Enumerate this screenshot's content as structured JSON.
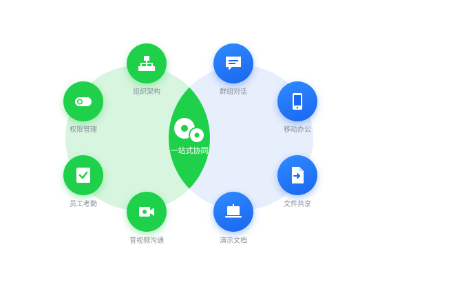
{
  "center": {
    "label": "一站式协同",
    "icon": "discs-icon"
  },
  "colors": {
    "green": "#1fd14a",
    "blue": "#1a66f0",
    "green_bg": "#d7f5df",
    "blue_bg": "#e7eefc"
  },
  "left_features": [
    {
      "label": "组织架构",
      "icon": "org-chart-icon"
    },
    {
      "label": "权限管理",
      "icon": "toggle-icon"
    },
    {
      "label": "员工考勤",
      "icon": "checkbox-icon"
    },
    {
      "label": "音视频沟通",
      "icon": "video-camera-icon"
    }
  ],
  "right_features": [
    {
      "label": "群组对话",
      "icon": "chat-icon"
    },
    {
      "label": "移动办公",
      "icon": "phone-icon"
    },
    {
      "label": "文件共享",
      "icon": "file-share-icon"
    },
    {
      "label": "演示文档",
      "icon": "presentation-icon"
    }
  ]
}
